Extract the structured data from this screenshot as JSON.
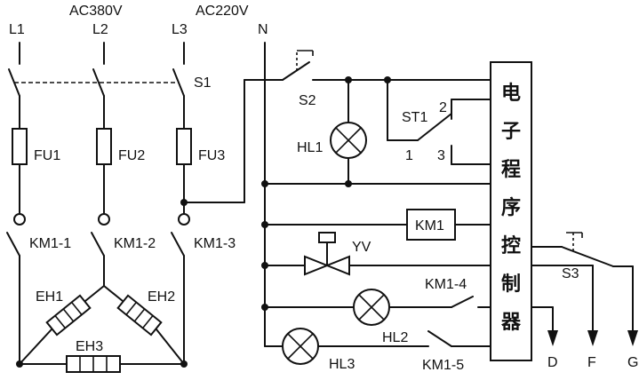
{
  "supply": {
    "three_phase_voltage": "AC380V",
    "single_phase_voltage": "AC220V",
    "phases": [
      "L1",
      "L2",
      "L3"
    ],
    "neutral": "N"
  },
  "main_switch": "S1",
  "fuses": [
    "FU1",
    "FU2",
    "FU3"
  ],
  "contactor_main_contacts": [
    "KM1-1",
    "KM1-2",
    "KM1-3"
  ],
  "heaters": [
    "EH1",
    "EH2",
    "EH3"
  ],
  "control": {
    "switch_s2": "S2",
    "lamp_hl1": "HL1",
    "thermostat": "ST1",
    "thermostat_terminals": [
      "1",
      "2",
      "3"
    ],
    "contactor_coil": "KM1",
    "valve": "YV",
    "aux_contact_4": "KM1-4",
    "lamp_hl2": "HL2",
    "lamp_hl3": "HL3",
    "aux_contact_5": "KM1-5",
    "switch_s3": "S3"
  },
  "controller_label": [
    "电",
    "子",
    "程",
    "序",
    "控",
    "制",
    "器"
  ],
  "outputs": [
    "D",
    "F",
    "G"
  ]
}
